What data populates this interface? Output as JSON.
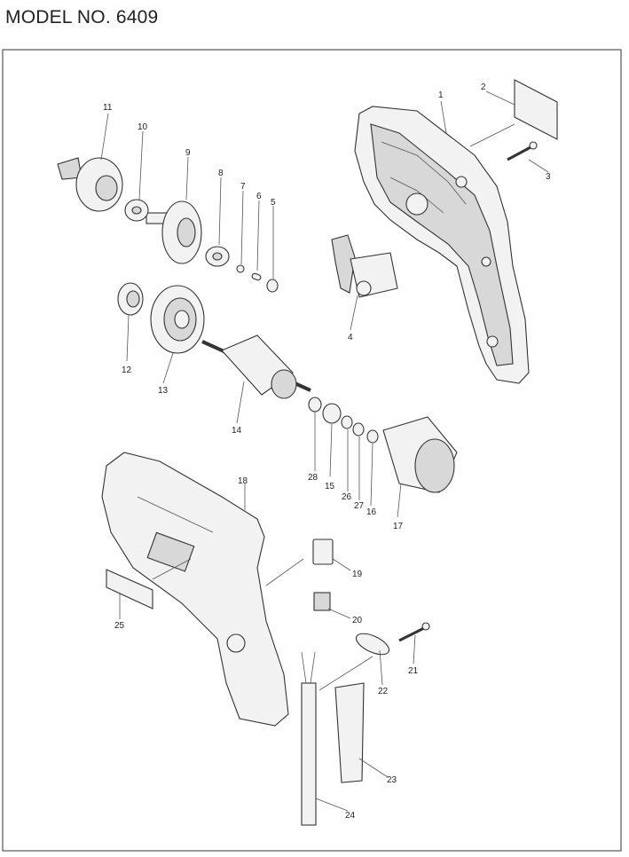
{
  "title": "MODEL NO. 6409",
  "parts": [
    {
      "id": "p1",
      "number": "1",
      "icon": "housing-half-icon"
    },
    {
      "id": "p2",
      "number": "2",
      "icon": "name-plate-icon"
    },
    {
      "id": "p3",
      "number": "3",
      "icon": "tapping-screw-icon"
    },
    {
      "id": "p4",
      "number": "4",
      "icon": "switch-icon"
    },
    {
      "id": "p5",
      "number": "5",
      "icon": "washer-icon"
    },
    {
      "id": "p6",
      "number": "6",
      "icon": "pin-icon"
    },
    {
      "id": "p7",
      "number": "7",
      "icon": "steel-ball-icon"
    },
    {
      "id": "p8",
      "number": "8",
      "icon": "bearing-icon"
    },
    {
      "id": "p9",
      "number": "9",
      "icon": "spindle-gear-icon"
    },
    {
      "id": "p10",
      "number": "10",
      "icon": "bearing-icon"
    },
    {
      "id": "p11",
      "number": "11",
      "icon": "drill-chuck-icon"
    },
    {
      "id": "p12",
      "number": "12",
      "icon": "ball-bearing-icon"
    },
    {
      "id": "p13",
      "number": "13",
      "icon": "fan-icon"
    },
    {
      "id": "p14",
      "number": "14",
      "icon": "armature-icon"
    },
    {
      "id": "p15",
      "number": "15",
      "icon": "bearing-icon"
    },
    {
      "id": "p16",
      "number": "16",
      "icon": "rubber-ring-icon"
    },
    {
      "id": "p17",
      "number": "17",
      "icon": "field-icon"
    },
    {
      "id": "p18",
      "number": "18",
      "icon": "housing-half-icon"
    },
    {
      "id": "p19",
      "number": "19",
      "icon": "brush-holder-icon"
    },
    {
      "id": "p20",
      "number": "20",
      "icon": "carbon-brush-icon"
    },
    {
      "id": "p21",
      "number": "21",
      "icon": "tapping-screw-icon"
    },
    {
      "id": "p22",
      "number": "22",
      "icon": "strain-relief-icon"
    },
    {
      "id": "p23",
      "number": "23",
      "icon": "cord-guard-icon"
    },
    {
      "id": "p24",
      "number": "24",
      "icon": "cord-icon"
    },
    {
      "id": "p25",
      "number": "25",
      "icon": "label-icon"
    },
    {
      "id": "p26",
      "number": "26",
      "icon": "flat-washer-icon"
    },
    {
      "id": "p27",
      "number": "27",
      "icon": "ring-spring-icon"
    },
    {
      "id": "p28",
      "number": "28",
      "icon": "insulation-washer-icon"
    }
  ]
}
